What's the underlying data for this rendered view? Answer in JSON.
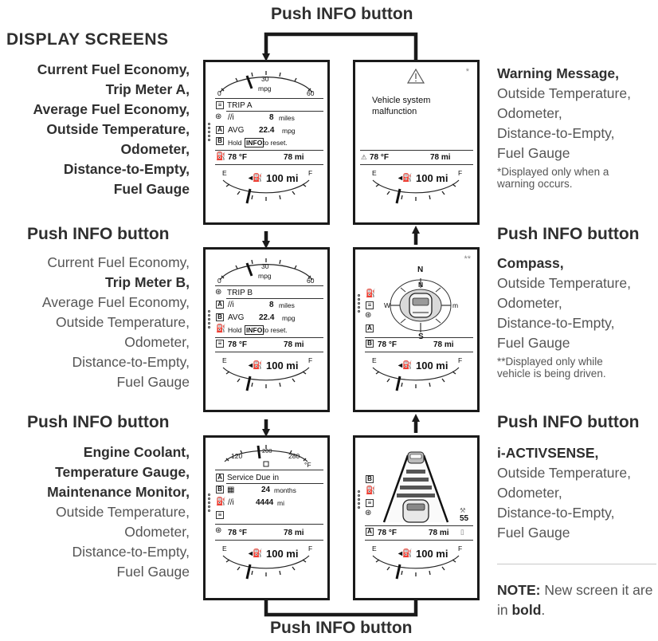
{
  "top_label": "Push INFO button",
  "bottom_label": "Push INFO button",
  "heading": "DISPLAY SCREENS",
  "left_descriptions": [
    {
      "lines": [
        {
          "text": "Current Fuel Economy,",
          "bold": true
        },
        {
          "text": "Trip Meter A,",
          "bold": true
        },
        {
          "text": "Average Fuel Economy,",
          "bold": true
        },
        {
          "text": "Outside Temperature,",
          "bold": true
        },
        {
          "text": "Odometer,",
          "bold": true
        },
        {
          "text": "Distance-to-Empty,",
          "bold": true
        },
        {
          "text": "Fuel Gauge",
          "bold": true
        }
      ]
    },
    {
      "push": "Push INFO button",
      "lines": [
        {
          "text": "Current Fuel Economy,",
          "bold": false
        },
        {
          "text": "Trip Meter B,",
          "bold": true
        },
        {
          "text": "Average Fuel Economy,",
          "bold": false
        },
        {
          "text": "Outside Temperature,",
          "bold": false
        },
        {
          "text": "Odometer,",
          "bold": false
        },
        {
          "text": "Distance-to-Empty,",
          "bold": false
        },
        {
          "text": "Fuel Gauge",
          "bold": false
        }
      ]
    },
    {
      "push": "Push INFO button",
      "lines": [
        {
          "text": "Engine Coolant,",
          "bold": true
        },
        {
          "text": "Temperature Gauge,",
          "bold": true
        },
        {
          "text": "Maintenance Monitor,",
          "bold": true
        },
        {
          "text": "Outside Temperature,",
          "bold": false
        },
        {
          "text": "Odometer,",
          "bold": false
        },
        {
          "text": "Distance-to-Empty,",
          "bold": false
        },
        {
          "text": "Fuel Gauge",
          "bold": false
        }
      ]
    }
  ],
  "right_descriptions": [
    {
      "lines": [
        {
          "text": "Warning Message,",
          "bold": true
        },
        {
          "text": "Outside Temperature,",
          "bold": false
        },
        {
          "text": "Odometer,",
          "bold": false
        },
        {
          "text": "Distance-to-Empty,",
          "bold": false
        },
        {
          "text": "Fuel Gauge",
          "bold": false
        }
      ],
      "footnote": "*Displayed only when a warning occurs."
    },
    {
      "push": "Push INFO button",
      "lines": [
        {
          "text": "Compass,",
          "bold": true
        },
        {
          "text": "Outside Temperature,",
          "bold": false
        },
        {
          "text": "Odometer,",
          "bold": false
        },
        {
          "text": "Distance-to-Empty,",
          "bold": false
        },
        {
          "text": "Fuel Gauge",
          "bold": false
        }
      ],
      "footnote": "**Displayed only while vehicle is being driven."
    },
    {
      "push": "Push INFO button",
      "lines": [
        {
          "text": "i-ACTIVSENSE,",
          "bold": true
        },
        {
          "text": "Outside Temperature,",
          "bold": false
        },
        {
          "text": "Odometer,",
          "bold": false
        },
        {
          "text": "Distance-to-Empty,",
          "bold": false
        },
        {
          "text": "Fuel Gauge",
          "bold": false
        }
      ]
    }
  ],
  "note": {
    "label": "NOTE:",
    "text": " New screen it are in ",
    "bold_word": "bold",
    "end": "."
  },
  "screens": {
    "common": {
      "temp": "78 °F",
      "odo": "78 mi",
      "dte": "100 mi",
      "fuel_e": "E",
      "fuel_f": "F"
    },
    "mpg_gauge": {
      "min": "0",
      "mid": "30",
      "max": "60",
      "unit": "mpg"
    },
    "trip_a": {
      "title": "TRIP A",
      "distance_value": "8",
      "distance_unit": "miles",
      "avg_label": "AVG",
      "avg_value": "22.4",
      "avg_unit": "mpg",
      "hold_pre": "Hold",
      "hold_btn": "INFO",
      "hold_post": "to reset."
    },
    "trip_b": {
      "title": "TRIP B",
      "distance_value": "8",
      "distance_unit": "miles",
      "avg_label": "AVG",
      "avg_value": "22.4",
      "avg_unit": "mpg",
      "hold_pre": "Hold",
      "hold_btn": "INFO",
      "hold_post": "to reset."
    },
    "maintenance": {
      "gauge_min": "120",
      "gauge_mid": "200",
      "gauge_max": "280",
      "gauge_unit": "°F",
      "title": "Service Due in",
      "months_value": "24",
      "months_unit": "months",
      "miles_value": "4444",
      "miles_unit": "mi"
    },
    "warning": {
      "marker": "*",
      "line1": "Vehicle system",
      "line2": "malfunction"
    },
    "compass": {
      "marker": "**",
      "n_outer": "N",
      "n_inner": "N",
      "s": "S",
      "w": "W",
      "e": "m"
    },
    "activsense": {
      "speed": "55"
    },
    "icons": {
      "a": "A",
      "b": "B"
    }
  }
}
